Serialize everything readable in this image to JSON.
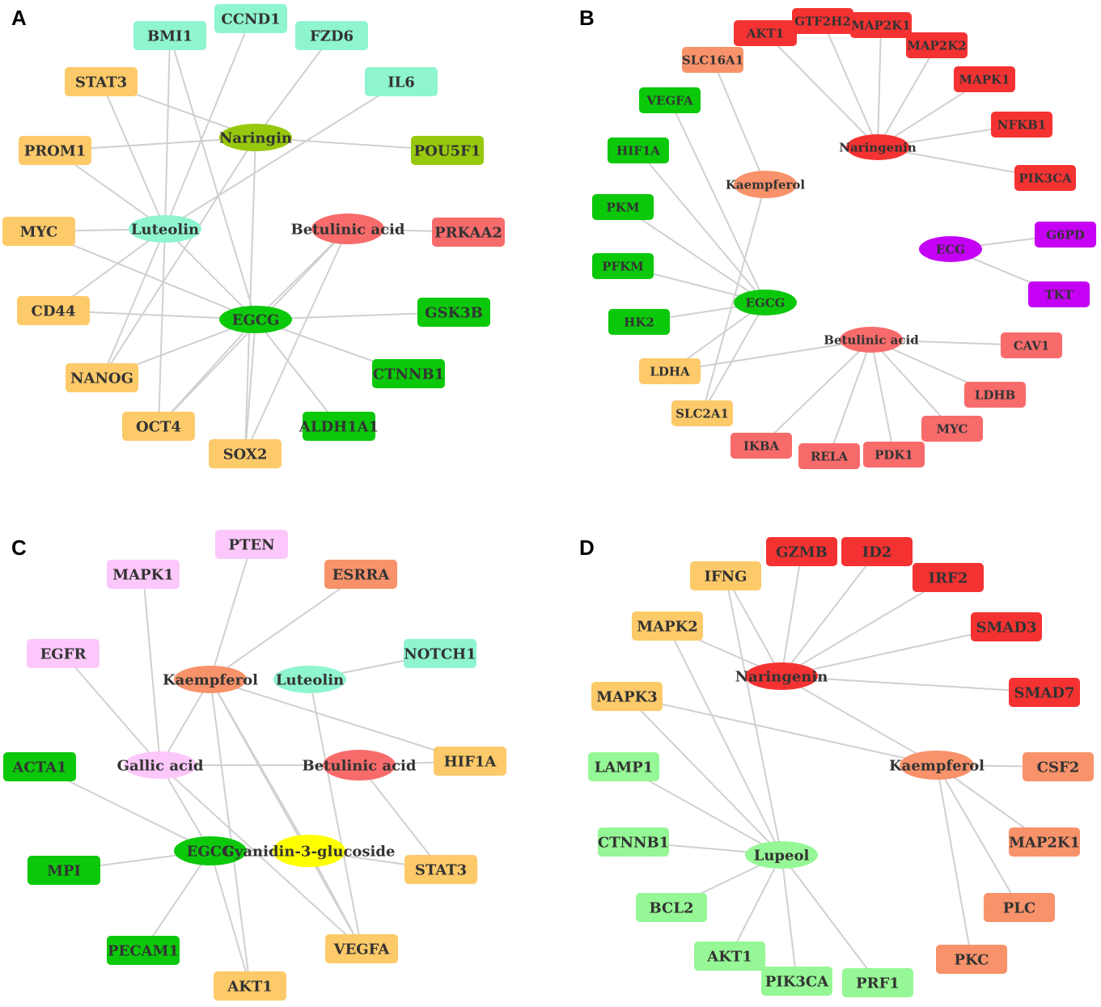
{
  "colors": {
    "cyan": "#8ef5cf",
    "gold": "#fdca6a",
    "olive": "#97c80e",
    "salmon": "#f86b6b",
    "green": "#0bc80b",
    "red": "#f53232",
    "orange": "#f8926a",
    "purple": "#c400f5",
    "pink": "#fcc8fb",
    "yellow": "#ffff00",
    "lightgreen": "#95f795",
    "edge": "#d0d0d0"
  },
  "panels": [
    {
      "letter": "A",
      "nodes": [
        {
          "id": "a-bmi1",
          "label": "BMI1",
          "shape": "rect",
          "color": "cyan"
        },
        {
          "id": "a-ccnd1",
          "label": "CCND1",
          "shape": "rect",
          "color": "cyan"
        },
        {
          "id": "a-fzd6",
          "label": "FZD6",
          "shape": "rect",
          "color": "cyan"
        },
        {
          "id": "a-il6",
          "label": "IL6",
          "shape": "rect",
          "color": "cyan"
        },
        {
          "id": "a-stat3",
          "label": "STAT3",
          "shape": "rect",
          "color": "gold"
        },
        {
          "id": "a-naringin",
          "label": "Naringin",
          "shape": "ellipse",
          "color": "olive"
        },
        {
          "id": "a-pou5f1",
          "label": "POU5F1",
          "shape": "rect",
          "color": "olive"
        },
        {
          "id": "a-prom1",
          "label": "PROM1",
          "shape": "rect",
          "color": "gold"
        },
        {
          "id": "a-myc",
          "label": "MYC",
          "shape": "rect",
          "color": "gold"
        },
        {
          "id": "a-luteolin",
          "label": "Luteolin",
          "shape": "ellipse",
          "color": "cyan"
        },
        {
          "id": "a-betulinic",
          "label": "Betulinic acid",
          "shape": "ellipse",
          "color": "salmon"
        },
        {
          "id": "a-prkaa2",
          "label": "PRKAA2",
          "shape": "rect",
          "color": "salmon"
        },
        {
          "id": "a-cd44",
          "label": "CD44",
          "shape": "rect",
          "color": "gold"
        },
        {
          "id": "a-egcg",
          "label": "EGCG",
          "shape": "ellipse",
          "color": "green"
        },
        {
          "id": "a-gsk3b",
          "label": "GSK3B",
          "shape": "rect",
          "color": "green"
        },
        {
          "id": "a-nanog",
          "label": "NANOG",
          "shape": "rect",
          "color": "gold"
        },
        {
          "id": "a-ctnnb1",
          "label": "CTNNB1",
          "shape": "rect",
          "color": "green"
        },
        {
          "id": "a-oct4",
          "label": "OCT4",
          "shape": "rect",
          "color": "gold"
        },
        {
          "id": "a-aldh1a1",
          "label": "ALDH1A1",
          "shape": "rect",
          "color": "green"
        },
        {
          "id": "a-sox2",
          "label": "SOX2",
          "shape": "rect",
          "color": "gold"
        }
      ],
      "edges": [
        [
          "a-luteolin",
          "a-bmi1"
        ],
        [
          "a-luteolin",
          "a-ccnd1"
        ],
        [
          "a-luteolin",
          "a-stat3"
        ],
        [
          "a-luteolin",
          "a-prom1"
        ],
        [
          "a-luteolin",
          "a-myc"
        ],
        [
          "a-luteolin",
          "a-cd44"
        ],
        [
          "a-luteolin",
          "a-nanog"
        ],
        [
          "a-luteolin",
          "a-oct4"
        ],
        [
          "a-luteolin",
          "a-egcg"
        ],
        [
          "a-luteolin",
          "a-il6"
        ],
        [
          "a-naringin",
          "a-fzd6"
        ],
        [
          "a-naringin",
          "a-pou5f1"
        ],
        [
          "a-naringin",
          "a-prom1"
        ],
        [
          "a-naringin",
          "a-nanog"
        ],
        [
          "a-naringin",
          "a-stat3"
        ],
        [
          "a-naringin",
          "a-sox2"
        ],
        [
          "a-egcg",
          "a-myc"
        ],
        [
          "a-egcg",
          "a-cd44"
        ],
        [
          "a-egcg",
          "a-gsk3b"
        ],
        [
          "a-egcg",
          "a-ctnnb1"
        ],
        [
          "a-egcg",
          "a-aldh1a1"
        ],
        [
          "a-egcg",
          "a-sox2"
        ],
        [
          "a-egcg",
          "a-oct4"
        ],
        [
          "a-egcg",
          "a-nanog"
        ],
        [
          "a-egcg",
          "a-bmi1"
        ],
        [
          "a-betulinic",
          "a-prkaa2"
        ],
        [
          "a-betulinic",
          "a-egcg"
        ],
        [
          "a-betulinic",
          "a-oct4"
        ],
        [
          "a-betulinic",
          "a-sox2"
        ]
      ]
    },
    {
      "letter": "B",
      "nodes": [
        {
          "id": "b-akt1",
          "label": "AKT1",
          "shape": "rect",
          "color": "red"
        },
        {
          "id": "b-gtf2h2",
          "label": "GTF2H2",
          "shape": "rect",
          "color": "red"
        },
        {
          "id": "b-map2k1",
          "label": "MAP2K1",
          "shape": "rect",
          "color": "red"
        },
        {
          "id": "b-map2k2",
          "label": "MAP2K2",
          "shape": "rect",
          "color": "red"
        },
        {
          "id": "b-slc16a1",
          "label": "SLC16A1",
          "shape": "rect",
          "color": "orange"
        },
        {
          "id": "b-mapk1",
          "label": "MAPK1",
          "shape": "rect",
          "color": "red"
        },
        {
          "id": "b-vegfa",
          "label": "VEGFA",
          "shape": "rect",
          "color": "green"
        },
        {
          "id": "b-nfkb1",
          "label": "NFKB1",
          "shape": "rect",
          "color": "red"
        },
        {
          "id": "b-hif1a",
          "label": "HIF1A",
          "shape": "rect",
          "color": "green"
        },
        {
          "id": "b-naringenin",
          "label": "Naringenin",
          "shape": "ellipse",
          "color": "red"
        },
        {
          "id": "b-pik3ca",
          "label": "PIK3CA",
          "shape": "rect",
          "color": "red"
        },
        {
          "id": "b-kaempferol",
          "label": "Kaempferol",
          "shape": "ellipse",
          "color": "orange"
        },
        {
          "id": "b-pkm",
          "label": "PKM",
          "shape": "rect",
          "color": "green"
        },
        {
          "id": "b-g6pd",
          "label": "G6PD",
          "shape": "rect",
          "color": "purple"
        },
        {
          "id": "b-ecg",
          "label": "ECG",
          "shape": "ellipse",
          "color": "purple"
        },
        {
          "id": "b-pfkm",
          "label": "PFKM",
          "shape": "rect",
          "color": "green"
        },
        {
          "id": "b-tkt",
          "label": "TKT",
          "shape": "rect",
          "color": "purple"
        },
        {
          "id": "b-egcg",
          "label": "EGCG",
          "shape": "ellipse",
          "color": "green"
        },
        {
          "id": "b-hk2",
          "label": "HK2",
          "shape": "rect",
          "color": "green"
        },
        {
          "id": "b-betulinic",
          "label": "Betulinic acid",
          "shape": "ellipse",
          "color": "salmon"
        },
        {
          "id": "b-cav1",
          "label": "CAV1",
          "shape": "rect",
          "color": "salmon"
        },
        {
          "id": "b-ldha",
          "label": "LDHA",
          "shape": "rect",
          "color": "gold"
        },
        {
          "id": "b-ldhb",
          "label": "LDHB",
          "shape": "rect",
          "color": "salmon"
        },
        {
          "id": "b-slc2a1",
          "label": "SLC2A1",
          "shape": "rect",
          "color": "gold"
        },
        {
          "id": "b-myc",
          "label": "MYC",
          "shape": "rect",
          "color": "salmon"
        },
        {
          "id": "b-ikba",
          "label": "IKBA",
          "shape": "rect",
          "color": "salmon"
        },
        {
          "id": "b-rela",
          "label": "RELA",
          "shape": "rect",
          "color": "salmon"
        },
        {
          "id": "b-pdk1",
          "label": "PDK1",
          "shape": "rect",
          "color": "salmon"
        }
      ],
      "edges": [
        [
          "b-naringenin",
          "b-akt1"
        ],
        [
          "b-naringenin",
          "b-gtf2h2"
        ],
        [
          "b-naringenin",
          "b-map2k1"
        ],
        [
          "b-naringenin",
          "b-map2k2"
        ],
        [
          "b-naringenin",
          "b-mapk1"
        ],
        [
          "b-naringenin",
          "b-nfkb1"
        ],
        [
          "b-naringenin",
          "b-pik3ca"
        ],
        [
          "b-kaempferol",
          "b-slc16a1"
        ],
        [
          "b-kaempferol",
          "b-slc2a1"
        ],
        [
          "b-egcg",
          "b-vegfa"
        ],
        [
          "b-egcg",
          "b-hif1a"
        ],
        [
          "b-egcg",
          "b-pkm"
        ],
        [
          "b-egcg",
          "b-pfkm"
        ],
        [
          "b-egcg",
          "b-hk2"
        ],
        [
          "b-egcg",
          "b-ldha"
        ],
        [
          "b-egcg",
          "b-slc2a1"
        ],
        [
          "b-ecg",
          "b-g6pd"
        ],
        [
          "b-ecg",
          "b-tkt"
        ],
        [
          "b-betulinic",
          "b-cav1"
        ],
        [
          "b-betulinic",
          "b-ldhb"
        ],
        [
          "b-betulinic",
          "b-myc"
        ],
        [
          "b-betulinic",
          "b-pdk1"
        ],
        [
          "b-betulinic",
          "b-rela"
        ],
        [
          "b-betulinic",
          "b-ikba"
        ],
        [
          "b-betulinic",
          "b-ldha"
        ]
      ]
    },
    {
      "letter": "C",
      "nodes": [
        {
          "id": "c-pten",
          "label": "PTEN",
          "shape": "rect",
          "color": "pink"
        },
        {
          "id": "c-mapk1",
          "label": "MAPK1",
          "shape": "rect",
          "color": "pink"
        },
        {
          "id": "c-esrra",
          "label": "ESRRA",
          "shape": "rect",
          "color": "orange"
        },
        {
          "id": "c-egfr",
          "label": "EGFR",
          "shape": "rect",
          "color": "pink"
        },
        {
          "id": "c-notch1",
          "label": "NOTCH1",
          "shape": "rect",
          "color": "cyan"
        },
        {
          "id": "c-kaempferol",
          "label": "Kaempferol",
          "shape": "ellipse",
          "color": "orange"
        },
        {
          "id": "c-luteolin",
          "label": "Luteolin",
          "shape": "ellipse",
          "color": "cyan"
        },
        {
          "id": "c-acta1",
          "label": "ACTA1",
          "shape": "rect",
          "color": "green"
        },
        {
          "id": "c-gallic",
          "label": "Gallic acid",
          "shape": "ellipse",
          "color": "pink"
        },
        {
          "id": "c-betulinic",
          "label": "Betulinic acid",
          "shape": "ellipse",
          "color": "salmon"
        },
        {
          "id": "c-hif1a",
          "label": "HIF1A",
          "shape": "rect",
          "color": "gold"
        },
        {
          "id": "c-egcg",
          "label": "EGCG",
          "shape": "ellipse",
          "color": "green"
        },
        {
          "id": "c-c3g",
          "label": "Cyanidin-3-glucoside",
          "shape": "ellipse",
          "color": "yellow"
        },
        {
          "id": "c-mpi",
          "label": "MPI",
          "shape": "rect",
          "color": "green"
        },
        {
          "id": "c-stat3",
          "label": "STAT3",
          "shape": "rect",
          "color": "gold"
        },
        {
          "id": "c-pecam1",
          "label": "PECAM1",
          "shape": "rect",
          "color": "green"
        },
        {
          "id": "c-vegfa",
          "label": "VEGFA",
          "shape": "rect",
          "color": "gold"
        },
        {
          "id": "c-akt1",
          "label": "AKT1",
          "shape": "rect",
          "color": "gold"
        }
      ],
      "edges": [
        [
          "c-kaempferol",
          "c-pten"
        ],
        [
          "c-kaempferol",
          "c-esrra"
        ],
        [
          "c-kaempferol",
          "c-hif1a"
        ],
        [
          "c-kaempferol",
          "c-gallic"
        ],
        [
          "c-kaempferol",
          "c-vegfa"
        ],
        [
          "c-kaempferol",
          "c-akt1"
        ],
        [
          "c-kaempferol",
          "c-c3g"
        ],
        [
          "c-luteolin",
          "c-notch1"
        ],
        [
          "c-luteolin",
          "c-vegfa"
        ],
        [
          "c-gallic",
          "c-mapk1"
        ],
        [
          "c-gallic",
          "c-egfr"
        ],
        [
          "c-gallic",
          "c-betulinic"
        ],
        [
          "c-gallic",
          "c-egcg"
        ],
        [
          "c-gallic",
          "c-vegfa"
        ],
        [
          "c-betulinic",
          "c-hif1a"
        ],
        [
          "c-betulinic",
          "c-stat3"
        ],
        [
          "c-egcg",
          "c-acta1"
        ],
        [
          "c-egcg",
          "c-mpi"
        ],
        [
          "c-egcg",
          "c-pecam1"
        ],
        [
          "c-egcg",
          "c-akt1"
        ],
        [
          "c-egcg",
          "c-c3g"
        ],
        [
          "c-c3g",
          "c-stat3"
        ],
        [
          "c-c3g",
          "c-vegfa"
        ]
      ]
    },
    {
      "letter": "D",
      "nodes": [
        {
          "id": "d-gzmb",
          "label": "GZMB",
          "shape": "rect",
          "color": "red"
        },
        {
          "id": "d-id2",
          "label": "ID2",
          "shape": "rect",
          "color": "red"
        },
        {
          "id": "d-ifng",
          "label": "IFNG",
          "shape": "rect",
          "color": "gold"
        },
        {
          "id": "d-irf2",
          "label": "IRF2",
          "shape": "rect",
          "color": "red"
        },
        {
          "id": "d-mapk2",
          "label": "MAPK2",
          "shape": "rect",
          "color": "gold"
        },
        {
          "id": "d-smad3",
          "label": "SMAD3",
          "shape": "rect",
          "color": "red"
        },
        {
          "id": "d-naringenin",
          "label": "Naringenin",
          "shape": "ellipse",
          "color": "red"
        },
        {
          "id": "d-smad7",
          "label": "SMAD7",
          "shape": "rect",
          "color": "red"
        },
        {
          "id": "d-mapk3",
          "label": "MAPK3",
          "shape": "rect",
          "color": "gold"
        },
        {
          "id": "d-lamp1",
          "label": "LAMP1",
          "shape": "rect",
          "color": "lightgreen"
        },
        {
          "id": "d-kaempferol",
          "label": "Kaempferol",
          "shape": "ellipse",
          "color": "orange"
        },
        {
          "id": "d-csf2",
          "label": "CSF2",
          "shape": "rect",
          "color": "orange"
        },
        {
          "id": "d-ctnnb1",
          "label": "CTNNB1",
          "shape": "rect",
          "color": "lightgreen"
        },
        {
          "id": "d-map2k1",
          "label": "MAP2K1",
          "shape": "rect",
          "color": "orange"
        },
        {
          "id": "d-lupeol",
          "label": "Lupeol",
          "shape": "ellipse",
          "color": "lightgreen"
        },
        {
          "id": "d-bcl2",
          "label": "BCL2",
          "shape": "rect",
          "color": "lightgreen"
        },
        {
          "id": "d-plc",
          "label": "PLC",
          "shape": "rect",
          "color": "orange"
        },
        {
          "id": "d-akt1",
          "label": "AKT1",
          "shape": "rect",
          "color": "lightgreen"
        },
        {
          "id": "d-pkc",
          "label": "PKC",
          "shape": "rect",
          "color": "orange"
        },
        {
          "id": "d-pik3ca",
          "label": "PIK3CA",
          "shape": "rect",
          "color": "lightgreen"
        },
        {
          "id": "d-prf1",
          "label": "PRF1",
          "shape": "rect",
          "color": "lightgreen"
        }
      ],
      "edges": [
        [
          "d-naringenin",
          "d-gzmb"
        ],
        [
          "d-naringenin",
          "d-id2"
        ],
        [
          "d-naringenin",
          "d-ifng"
        ],
        [
          "d-naringenin",
          "d-irf2"
        ],
        [
          "d-naringenin",
          "d-mapk2"
        ],
        [
          "d-naringenin",
          "d-smad3"
        ],
        [
          "d-naringenin",
          "d-smad7"
        ],
        [
          "d-naringenin",
          "d-kaempferol"
        ],
        [
          "d-kaempferol",
          "d-mapk3"
        ],
        [
          "d-kaempferol",
          "d-csf2"
        ],
        [
          "d-kaempferol",
          "d-map2k1"
        ],
        [
          "d-kaempferol",
          "d-plc"
        ],
        [
          "d-kaempferol",
          "d-pkc"
        ],
        [
          "d-lupeol",
          "d-ifng"
        ],
        [
          "d-lupeol",
          "d-mapk2"
        ],
        [
          "d-lupeol",
          "d-mapk3"
        ],
        [
          "d-lupeol",
          "d-lamp1"
        ],
        [
          "d-lupeol",
          "d-ctnnb1"
        ],
        [
          "d-lupeol",
          "d-bcl2"
        ],
        [
          "d-lupeol",
          "d-akt1"
        ],
        [
          "d-lupeol",
          "d-pik3ca"
        ],
        [
          "d-lupeol",
          "d-prf1"
        ]
      ]
    }
  ]
}
